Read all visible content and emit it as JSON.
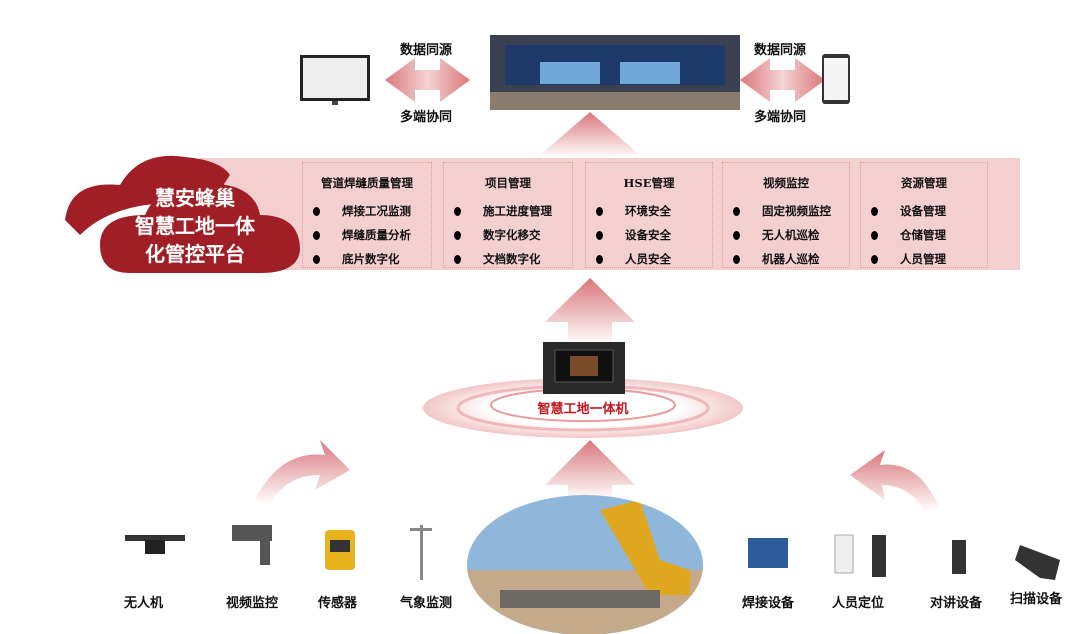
{
  "platform": {
    "line1": "慧安蜂巢",
    "line2": "智慧工地一体",
    "line3": "化管控平台"
  },
  "top": {
    "left_top": "数据同源",
    "left_bottom": "多端协同",
    "right_top": "数据同源",
    "right_bottom": "多端协同"
  },
  "modules": [
    {
      "title": "管道焊缝质量管理",
      "items": [
        "焊接工况监测",
        "焊缝质量分析",
        "底片数字化"
      ]
    },
    {
      "title": "项目管理",
      "items": [
        "施工进度管理",
        "数字化移交",
        "文档数字化"
      ]
    },
    {
      "title": "HSE管理",
      "items": [
        "环境安全",
        "设备安全",
        "人员安全"
      ]
    },
    {
      "title": "视频监控",
      "items": [
        "固定视频监控",
        "无人机巡检",
        "机器人巡检"
      ]
    },
    {
      "title": "资源管理",
      "items": [
        "设备管理",
        "仓储管理",
        "人员管理"
      ]
    }
  ],
  "machine_label": "智慧工地一体机",
  "devices_left": [
    "无人机",
    "视频监控",
    "传感器",
    "气象监测"
  ],
  "devices_right": [
    "焊接设备",
    "人员定位",
    "对讲设备",
    "扫描设备"
  ],
  "colors": {
    "brand": "#a01f26",
    "band": "#f3cfd0"
  }
}
